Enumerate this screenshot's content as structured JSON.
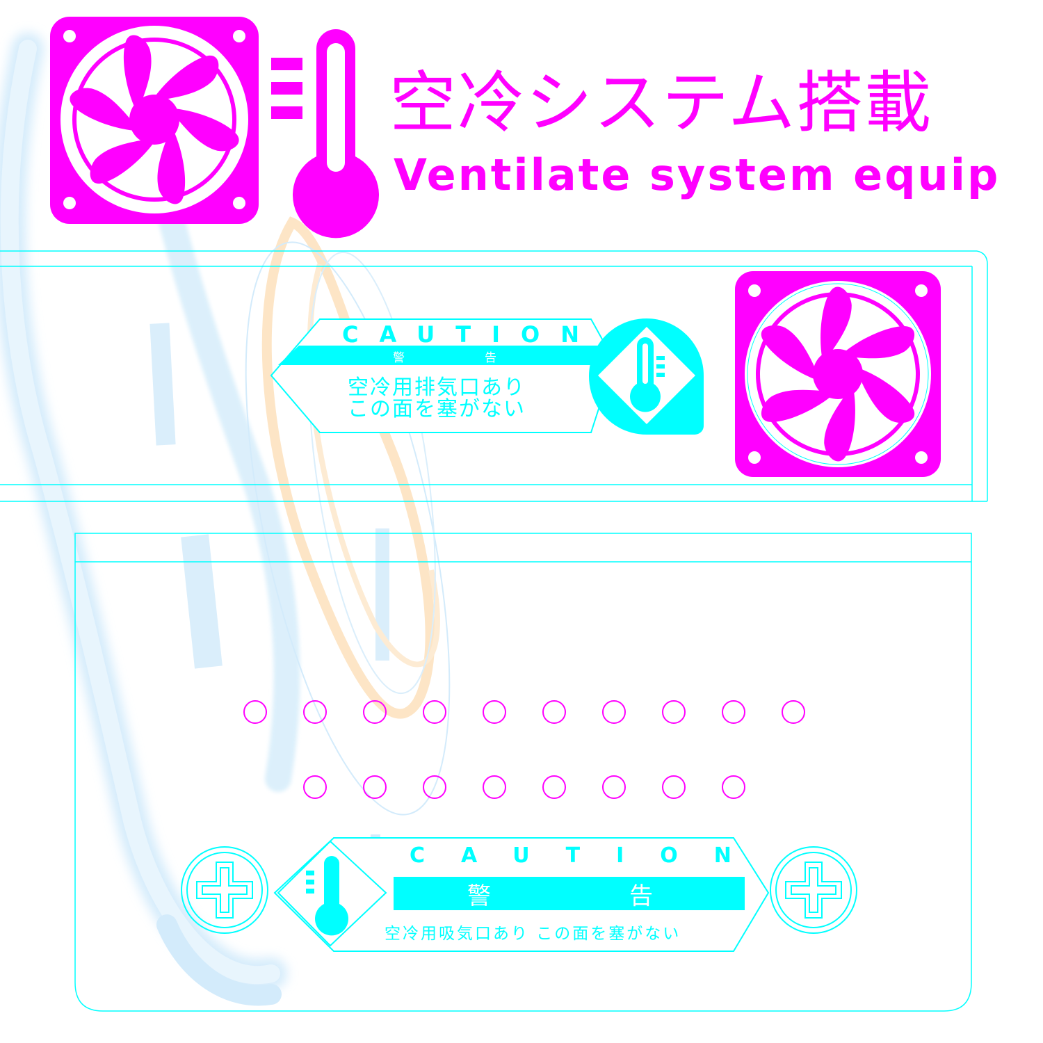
{
  "header": {
    "title": "空冷システム搭載",
    "subtitle": "Ventilate system equip"
  },
  "upper_label": {
    "caution": "CAUTION",
    "warning_1": "警",
    "warning_2": "告",
    "line_1": "空冷用排気口あり",
    "line_2": "この面を塞がない"
  },
  "lower_label": {
    "caution": "CAUTION",
    "warning_1": "警",
    "warning_2": "告",
    "line_1": "空冷用吸気口あり この面を塞がない"
  },
  "vent_holes": {
    "row_1_count": 10,
    "row_2_count": 8
  },
  "colors": {
    "magenta": "#ff00ff",
    "cyan": "#00ffff",
    "pale_blue": "#cfe9fb",
    "pale_orange": "#fde3c0",
    "background": "#ffffff"
  },
  "icons": [
    "fan-icon",
    "thermometer-icon",
    "screw-icon"
  ]
}
